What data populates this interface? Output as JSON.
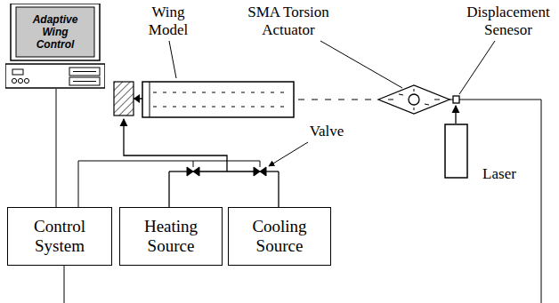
{
  "diagram": {
    "nodes": [
      {
        "text": [
          "Adaptive Wing Control"
        ]
      },
      {
        "text": [
          "Control System"
        ]
      },
      {
        "text": [
          "Heating Source"
        ]
      },
      {
        "text": [
          "Cooling Source"
        ]
      }
    ],
    "edges": [
      {
        "from": 0,
        "to": 1,
        "arrow": "none"
      }
    ],
    "labels": [
      "Wing Model",
      "SMA Torsion Actuator",
      "Displacement Senesor",
      "Valve",
      "Laser"
    ]
  }
}
